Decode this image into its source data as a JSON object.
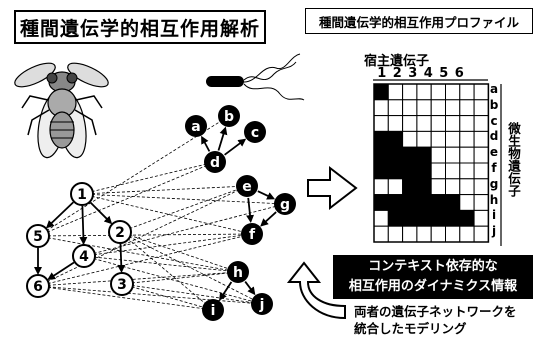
{
  "title_left": "種間遺伝学的相互作用解析",
  "title_right": "種間遺伝学的相互作用プロファイル",
  "host_genes_label": "宿主遺伝子",
  "host_gene_columns": [
    "1",
    "2",
    "3",
    "4",
    "5",
    "6"
  ],
  "microbe_genes_label": "微生物遺伝子",
  "row_labels": [
    "a",
    "b",
    "c",
    "d",
    "e",
    "f",
    "g",
    "h",
    "i",
    "j"
  ],
  "host_network_nodes": [
    "1",
    "2",
    "3",
    "4",
    "5",
    "6"
  ],
  "microbe_network_nodes": [
    "a",
    "b",
    "c",
    "d",
    "e",
    "f",
    "g",
    "h",
    "i",
    "j"
  ],
  "context_line1": "コンテキスト依存的な",
  "context_line2": "相互作用のダイナミクス情報",
  "model_line1": "両者の遺伝子ネットワークを",
  "model_line2": "統合したモデリング",
  "profile_matrix": [
    [
      1,
      0,
      0,
      0,
      0,
      0,
      0,
      0
    ],
    [
      0,
      0,
      0,
      0,
      0,
      0,
      0,
      0
    ],
    [
      0,
      0,
      0,
      0,
      0,
      0,
      0,
      0
    ],
    [
      1,
      1,
      0,
      0,
      0,
      0,
      0,
      0
    ],
    [
      1,
      1,
      1,
      1,
      0,
      0,
      0,
      0
    ],
    [
      1,
      1,
      1,
      1,
      0,
      0,
      0,
      0
    ],
    [
      0,
      0,
      1,
      1,
      0,
      0,
      0,
      0
    ],
    [
      1,
      1,
      1,
      1,
      1,
      1,
      0,
      0
    ],
    [
      0,
      1,
      1,
      1,
      1,
      1,
      1,
      0
    ],
    [
      0,
      0,
      0,
      0,
      0,
      0,
      0,
      0
    ]
  ],
  "colors": {
    "ink": "#000000",
    "paper": "#ffffff"
  }
}
